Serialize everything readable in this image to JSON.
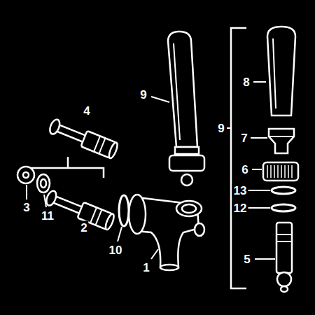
{
  "diagram": {
    "labels": [
      "9",
      "8",
      "4",
      "9",
      "7",
      "6",
      "13",
      "12",
      "3",
      "11",
      "2",
      "10",
      "5",
      "1"
    ]
  }
}
